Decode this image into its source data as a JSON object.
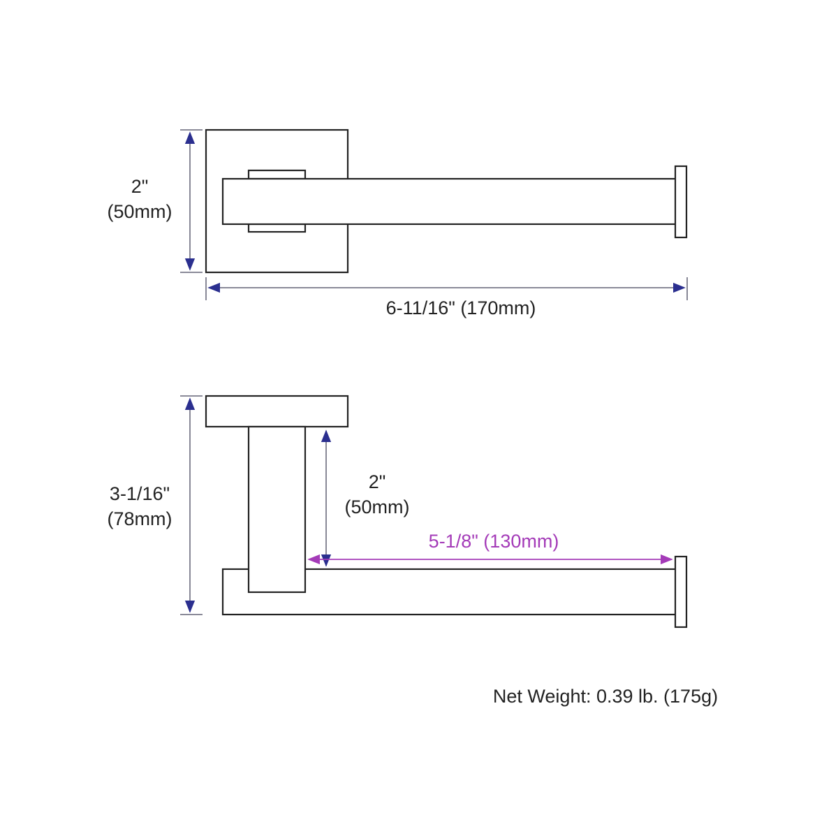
{
  "top_view": {
    "height_in": "2\"",
    "height_mm": "(50mm)",
    "width_label": "6-11/16\" (170mm)"
  },
  "side_view": {
    "height_in": "3-1/16\"",
    "height_mm": "(78mm)",
    "projection_in": "2\"",
    "projection_mm": "(50mm)",
    "bar_length_label": "5-1/8\" (130mm)"
  },
  "net_weight": "Net Weight: 0.39 lb. (175g)",
  "colors": {
    "outline": "#222222",
    "dimension": "#2b2f8f",
    "dimension_line": "#7a7a8a",
    "highlight": "#a43bb8"
  }
}
